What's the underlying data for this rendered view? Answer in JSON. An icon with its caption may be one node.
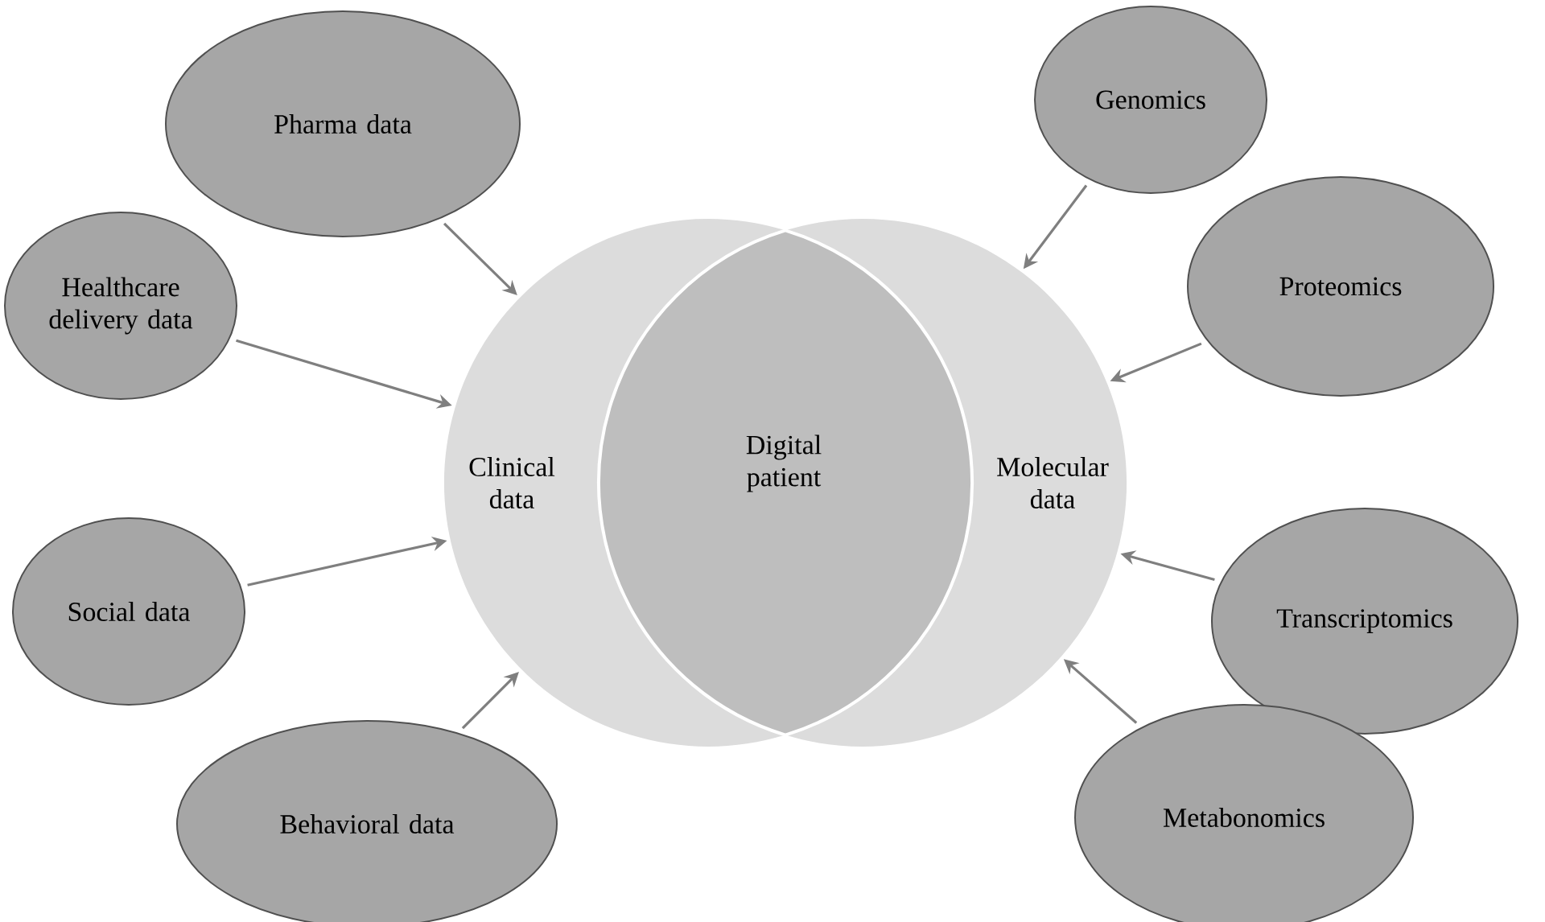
{
  "diagram": {
    "nodes": [
      {
        "text": [
          "Clinical data"
        ]
      },
      {
        "text": [
          "Molecular data"
        ]
      },
      {
        "text": [
          "Digital patient"
        ]
      },
      {
        "text": [
          "Pharma data"
        ]
      },
      {
        "text": [
          "Healthcare delivery data"
        ]
      },
      {
        "text": [
          "Social data"
        ]
      },
      {
        "text": [
          "Behavioral data"
        ]
      },
      {
        "text": [
          "Genomics"
        ]
      },
      {
        "text": [
          "Proteomics"
        ]
      },
      {
        "text": [
          "Transcriptomics"
        ]
      },
      {
        "text": [
          "Metabonomics"
        ]
      }
    ],
    "edges": [
      {
        "from": 3,
        "to": 0,
        "arrow": "to"
      },
      {
        "from": 4,
        "to": 0,
        "arrow": "to"
      },
      {
        "from": 5,
        "to": 0,
        "arrow": "to"
      },
      {
        "from": 6,
        "to": 0,
        "arrow": "to"
      },
      {
        "from": 7,
        "to": 1,
        "arrow": "to"
      },
      {
        "from": 8,
        "to": 1,
        "arrow": "to"
      },
      {
        "from": 9,
        "to": 1,
        "arrow": "to"
      },
      {
        "from": 10,
        "to": 1,
        "arrow": "to"
      }
    ]
  }
}
